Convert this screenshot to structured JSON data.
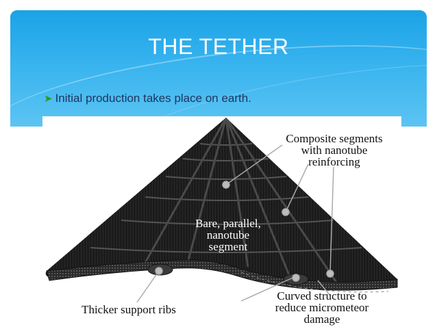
{
  "slide": {
    "title": "THE TETHER",
    "bullet": "Initial production takes place on earth."
  },
  "figure": {
    "labels": {
      "composite_1": "Composite segments",
      "composite_2": "with nanotube",
      "composite_3": "reinforcing",
      "bare_1": "Bare, parallel,",
      "bare_2": "nanotube",
      "bare_3": "segment",
      "ribs": "Thicker support ribs",
      "curved_1": "Curved structure to",
      "curved_2": "reduce micrometeor",
      "curved_3": "damage"
    }
  },
  "colors": {
    "header_top": "#1aa3e6",
    "header_bottom": "#5cc4f3",
    "title_text": "#ffffff",
    "bullet_text": "#1c3660",
    "bullet_arrow": "#2e9a1e",
    "tether_dark": "#1a1a1a"
  }
}
